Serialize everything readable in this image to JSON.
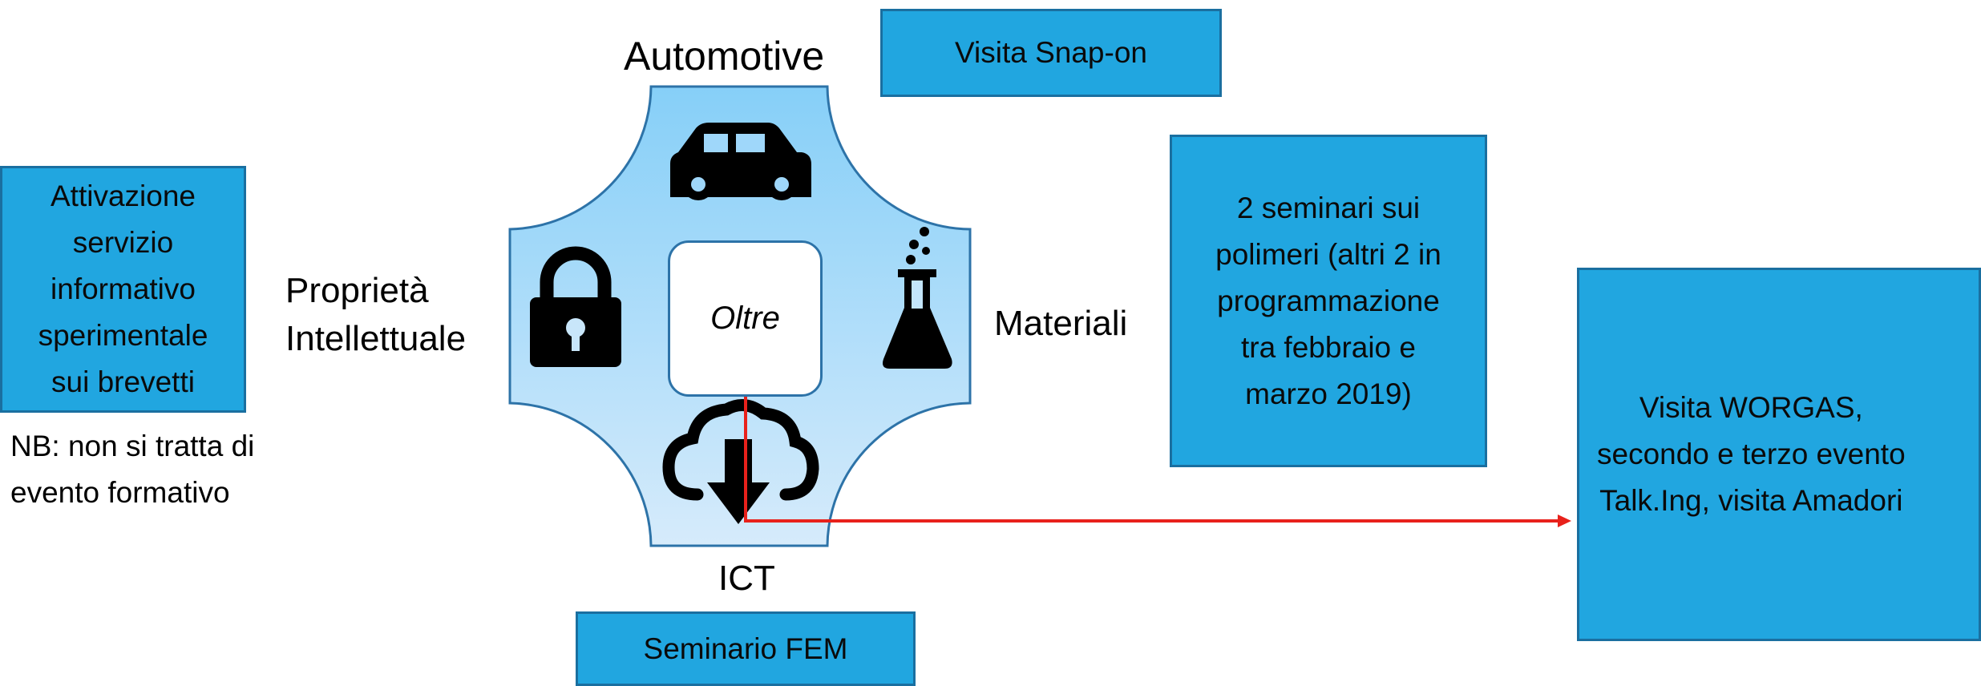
{
  "sectors": {
    "top": "Automotive",
    "left": "Proprietà\nIntellettuale",
    "right": "Materiali",
    "bottom": "ICT",
    "center": "Oltre"
  },
  "boxes": {
    "visita_snapon": "Visita Snap-on",
    "brevetti": "Attivazione\nservizio\ninformativo\nsperimentale\nsui brevetti",
    "polimeri": "2 seminari sui\npolimeri (altri 2 in\nprogrammazione\ntra febbraio e\nmarzo 2019)",
    "worgas": "Visita WORGAS,\nsecondo e terzo evento\nTalk.Ing, visita Amadori",
    "fem": "Seminario FEM"
  },
  "note": "NB: non si tratta di\nevento formativo",
  "icons": [
    "car-icon",
    "padlock-icon",
    "flask-icon",
    "cloud-download-icon"
  ],
  "colors": {
    "box_fill": "#21a6e0",
    "box_border": "#1a6fa0",
    "shape_fill_top": "#86cff8",
    "shape_fill_bottom": "#d6ebfb",
    "shape_border": "#2d73a8",
    "arrow": "#e8211b"
  }
}
